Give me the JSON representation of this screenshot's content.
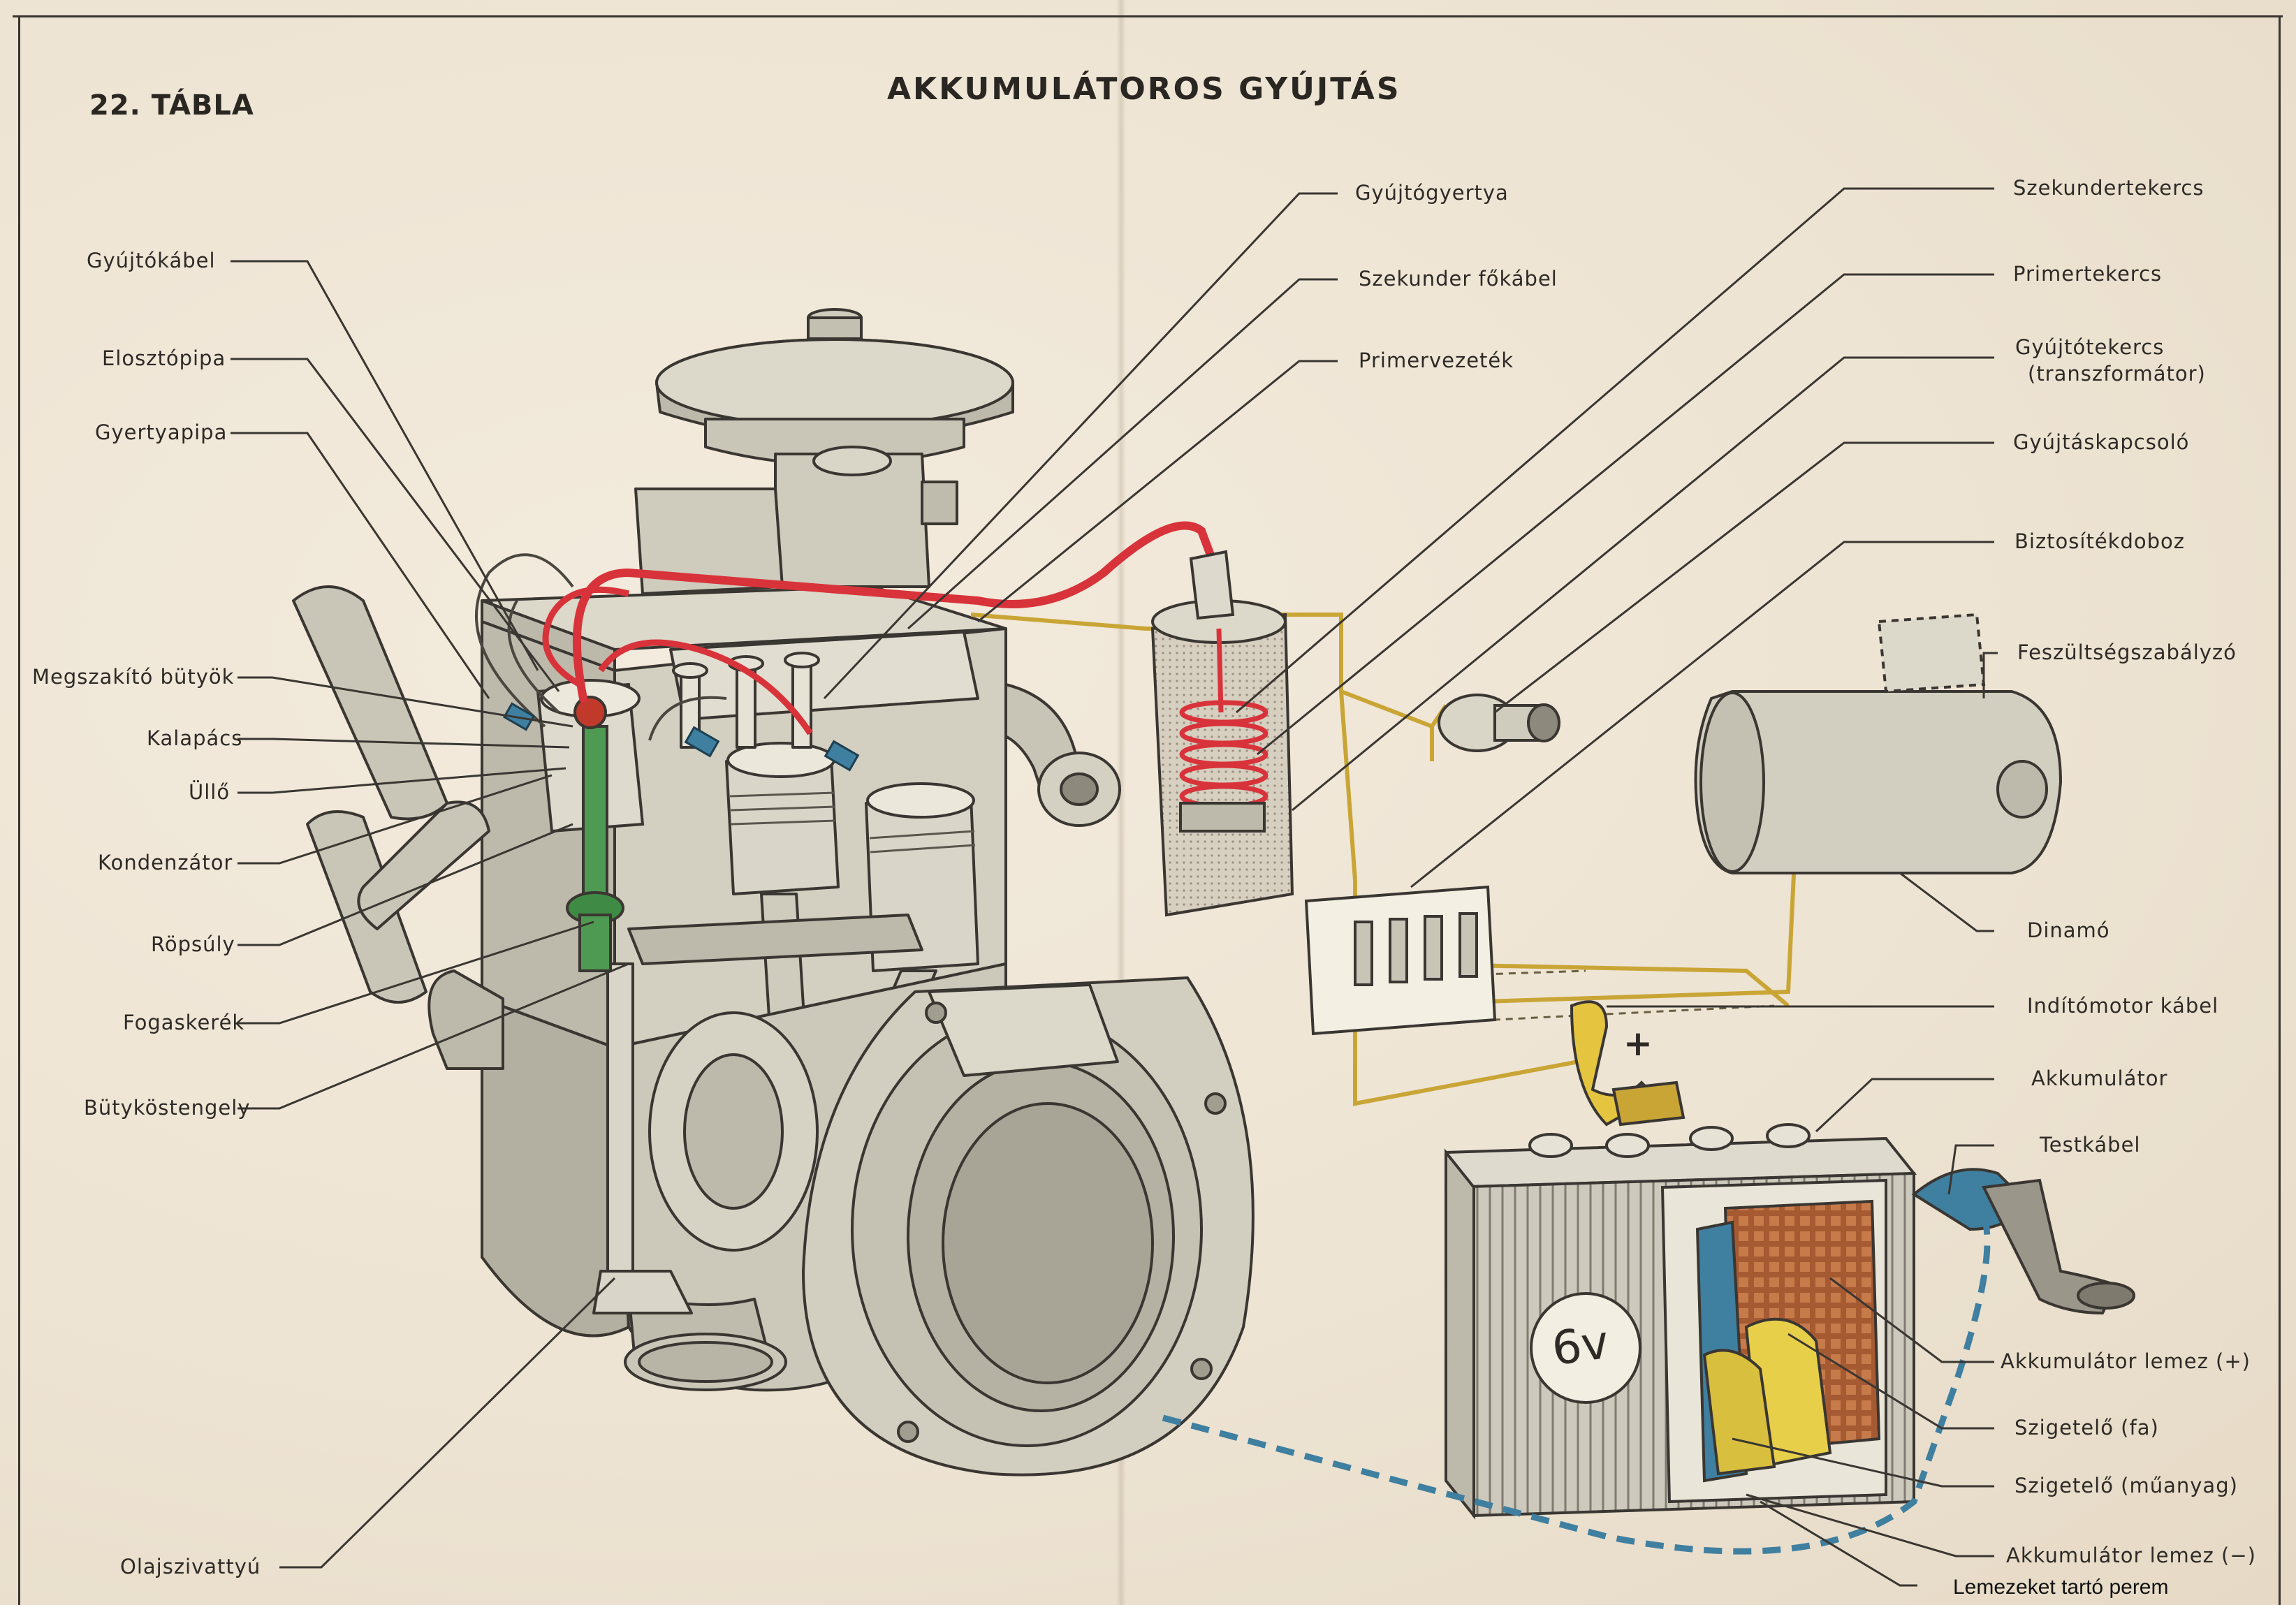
{
  "header": {
    "plate": "22. TÁBLA",
    "title": "AKKUMULÁTOROS GYÚJTÁS"
  },
  "labels_left": [
    "Gyújtókábel",
    "Elosztópipa",
    "Gyertyapipa",
    "Megszakító bütyök",
    "Kalapács",
    "Üllő",
    "Kondenzátor",
    "Röpsúly",
    "Fogaskerék",
    "Bütyköstengely",
    "Olajszivattyú"
  ],
  "labels_center": [
    "Gyújtógyertya",
    "Szekunder főkábel",
    "Primervezeték"
  ],
  "labels_right": [
    "Szekundertekercs",
    "Primertekercs",
    "Gyújtótekercs",
    "(transzformátor)",
    "Gyújtáskapcsoló",
    "Biztosítékdoboz",
    "Feszültségszabályzó",
    "Dinamó",
    "Indítómotor kábel",
    "Akkumulátor",
    "Testkábel",
    "Akkumulátor lemez (+)",
    "Szigetelő (fa)",
    "Szigetelő (műanyag)",
    "Akkumulátor lemez (−)"
  ],
  "label_added": "Lemezeket tartó perem",
  "battery": {
    "voltage": "6v",
    "plus_sign": "+"
  },
  "colors": {
    "paper": "#efe6d6",
    "engine": "#cfcbbd",
    "engine_shade": "#a9a596",
    "ink": "#2e2a26",
    "red_cable": "#d8333a",
    "yellow_wire": "#c9a536",
    "blue_cable": "#3f7fa0",
    "green_part": "#4f9a52",
    "battery_plate": "#a65a32"
  }
}
